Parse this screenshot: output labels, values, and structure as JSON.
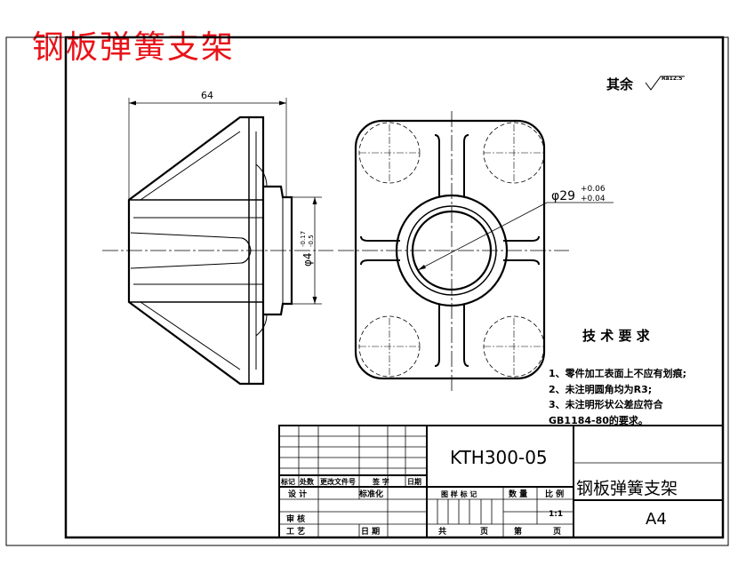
{
  "overlay_title": "钢板弹簧支架",
  "roughness": {
    "label": "其余",
    "value": "Ra12.5"
  },
  "dimensions": {
    "width": "64",
    "hole_diameter": "φ29",
    "hole_tol_upper": "+0.06",
    "hole_tol_lower": "+0.04",
    "shaft_diameter": "φ4",
    "shaft_tol_upper": "-0.17",
    "shaft_tol_lower": "-0.5"
  },
  "tech_requirements": {
    "title": "技 术 要 求",
    "items": [
      "1、零件加工表面上不应有划痕;",
      "2、未注明圆角均为R3;",
      "3、未注明形状公差应符合",
      "GB1184-80的要求。"
    ]
  },
  "title_block": {
    "drawing_number": "KTH300-05",
    "part_name": "钢板弹簧支架",
    "paper_size": "A4",
    "scale": "1:1",
    "rev_headers": [
      "标记",
      "处数",
      "更改文件号",
      "签 字",
      "日期"
    ],
    "labels": {
      "design": "设 计",
      "standardize": "标准化",
      "check": "审 核",
      "process": "工 艺",
      "date": "日 期",
      "stage_mark": "图 样 标 记",
      "quantity": "数 量",
      "scale_label": "比 例",
      "total": "共",
      "page": "页",
      "sheet": "第",
      "page2": "页"
    }
  }
}
